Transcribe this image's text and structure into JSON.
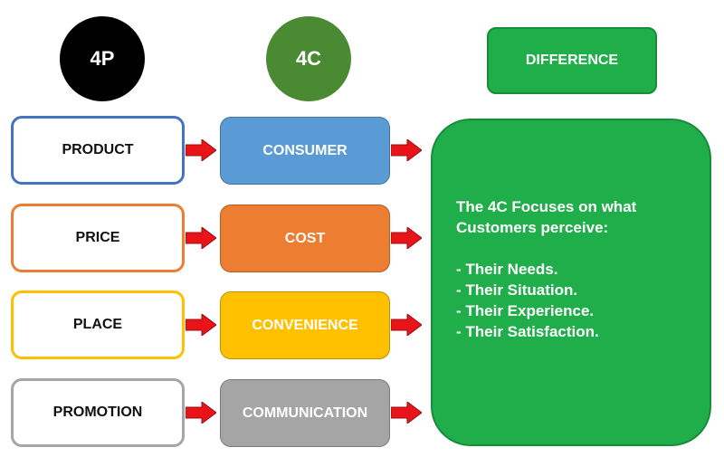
{
  "headers": {
    "four_p": {
      "label": "4P",
      "color": "#000000"
    },
    "four_c": {
      "label": "4C",
      "color": "#4a8a33"
    },
    "difference": {
      "label": "DIFFERENCE",
      "color": "#1fae4a"
    }
  },
  "rows": [
    {
      "p": "PRODUCT",
      "c": "CONSUMER",
      "p_border": "#4472c4",
      "c_fill": "#5b9bd5"
    },
    {
      "p": "PRICE",
      "c": "COST",
      "p_border": "#ed7d31",
      "c_fill": "#ed7d31"
    },
    {
      "p": "PLACE",
      "c": "CONVENIENCE",
      "p_border": "#ffc000",
      "c_fill": "#ffc000"
    },
    {
      "p": "PROMOTION",
      "c": "COMMUNICATION",
      "p_border": "#a5a5a5",
      "c_fill": "#a5a5a5"
    }
  ],
  "arrow_color": "#e8141a",
  "arrow_icon": "right-arrow-icon",
  "difference_panel": {
    "intro": "The 4C Focuses on what Customers perceive:",
    "points": [
      "Their Needs.",
      "Their Situation.",
      "Their Experience.",
      "Their Satisfaction."
    ]
  }
}
